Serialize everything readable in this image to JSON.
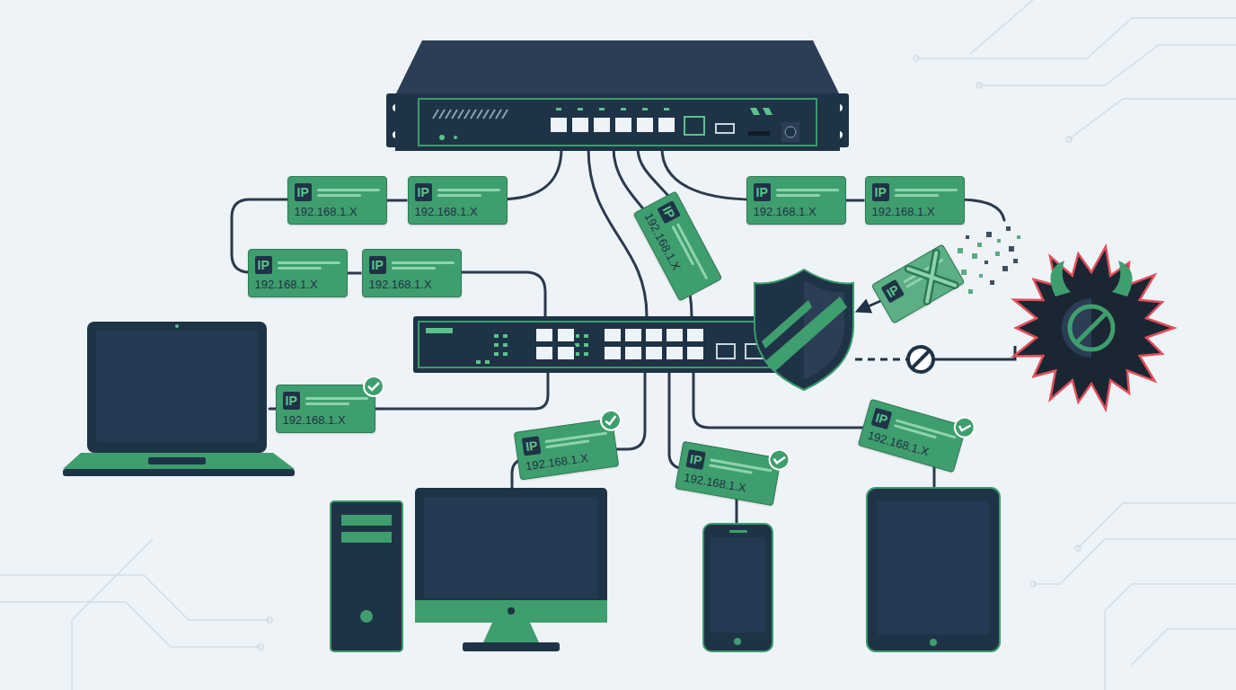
{
  "diagram": {
    "nodes": [
      {
        "text": [
          "IP",
          "192.168.1.X"
        ]
      },
      {
        "text": [
          "IP",
          "192.168.1.X"
        ]
      },
      {
        "text": [
          "IP",
          "192.168.1.X"
        ]
      },
      {
        "text": [
          "IP",
          "192.168.1.X"
        ]
      },
      {
        "text": [
          "IP",
          "192.168.1.X"
        ]
      },
      {
        "text": [
          "IP",
          "192.168.1.X"
        ]
      },
      {
        "text": [
          "IP",
          "192.168.1.X"
        ]
      },
      {
        "text": [
          "IP"
        ]
      },
      {
        "text": [
          "IP",
          "192.168.1.X"
        ]
      },
      {
        "text": [
          "IP",
          "192.168.1.X"
        ]
      },
      {
        "text": [
          "IP",
          "192.168.1.X"
        ]
      },
      {
        "text": [
          "IP",
          "192.168.1.X"
        ]
      }
    ],
    "edges": [
      {
        "from": 1,
        "to": 0,
        "arrow": "none"
      },
      {
        "from": 2,
        "to": 3,
        "arrow": "none"
      },
      {
        "from": 4,
        "to": 5,
        "arrow": "none"
      }
    ]
  }
}
